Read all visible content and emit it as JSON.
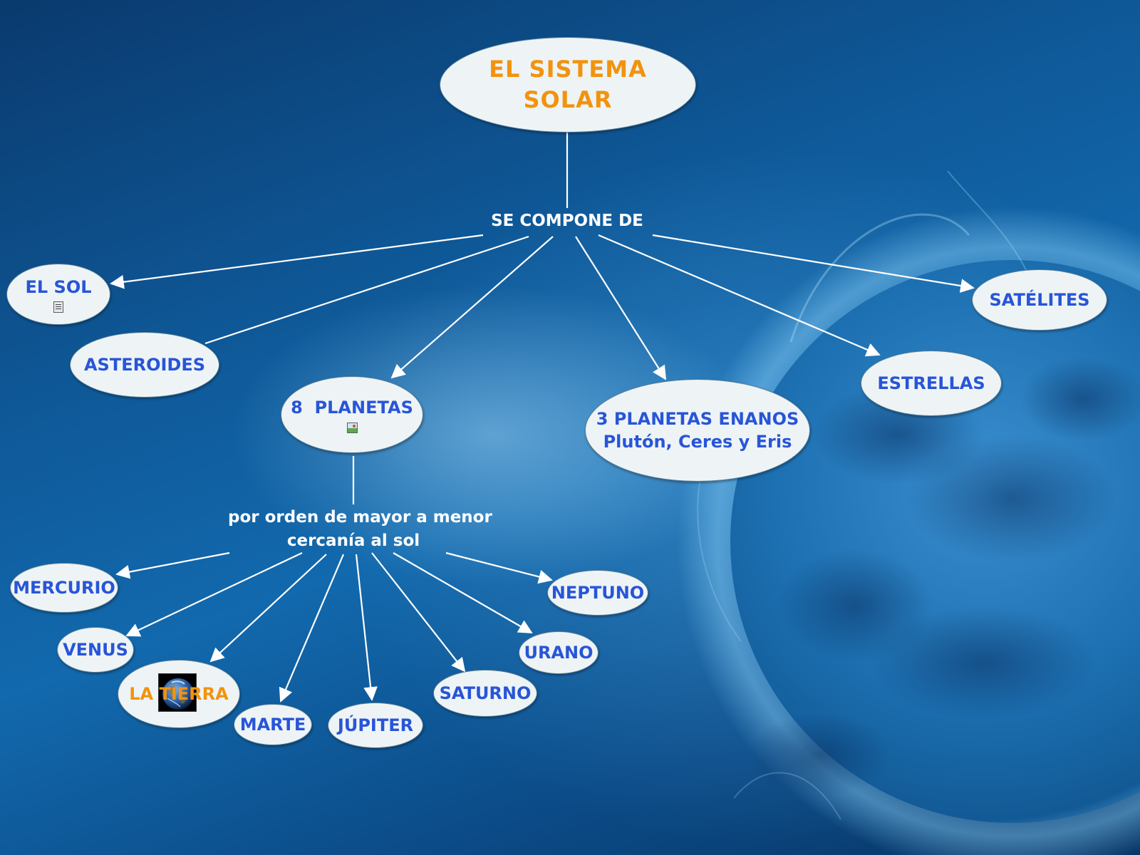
{
  "map": {
    "title": "EL SISTEMA SOLAR",
    "linker_main": "SE COMPONE DE",
    "components": {
      "sol": "EL SOL",
      "asteroides": "ASTEROIDES",
      "planetas": "8  PLANETAS",
      "enanos_line1": "3 PLANETAS ENANOS",
      "enanos_line2": "Plutón, Ceres y Eris",
      "estrellas": "ESTRELLAS",
      "satelites": "SATÉLITES"
    },
    "linker_planets_line1": "por orden de mayor a menor",
    "linker_planets_line2": "cercanía al sol",
    "planets": {
      "mercurio": "MERCURIO",
      "venus": "VENUS",
      "tierra": "LA TIERRA",
      "marte": "MARTE",
      "jupiter": "JÚPITER",
      "saturno": "SATURNO",
      "urano": "URANO",
      "neptuno": "NEPTUNO"
    }
  },
  "colors": {
    "title_text": "#f2930f",
    "node_text": "#2855d8",
    "node_fill": "#eef4f5",
    "link_line": "#ffffff",
    "background": "#0f5a9a",
    "star_surface": "#1c6fb0"
  },
  "icons": [
    "note-icon",
    "image-icon",
    "earth-image"
  ]
}
